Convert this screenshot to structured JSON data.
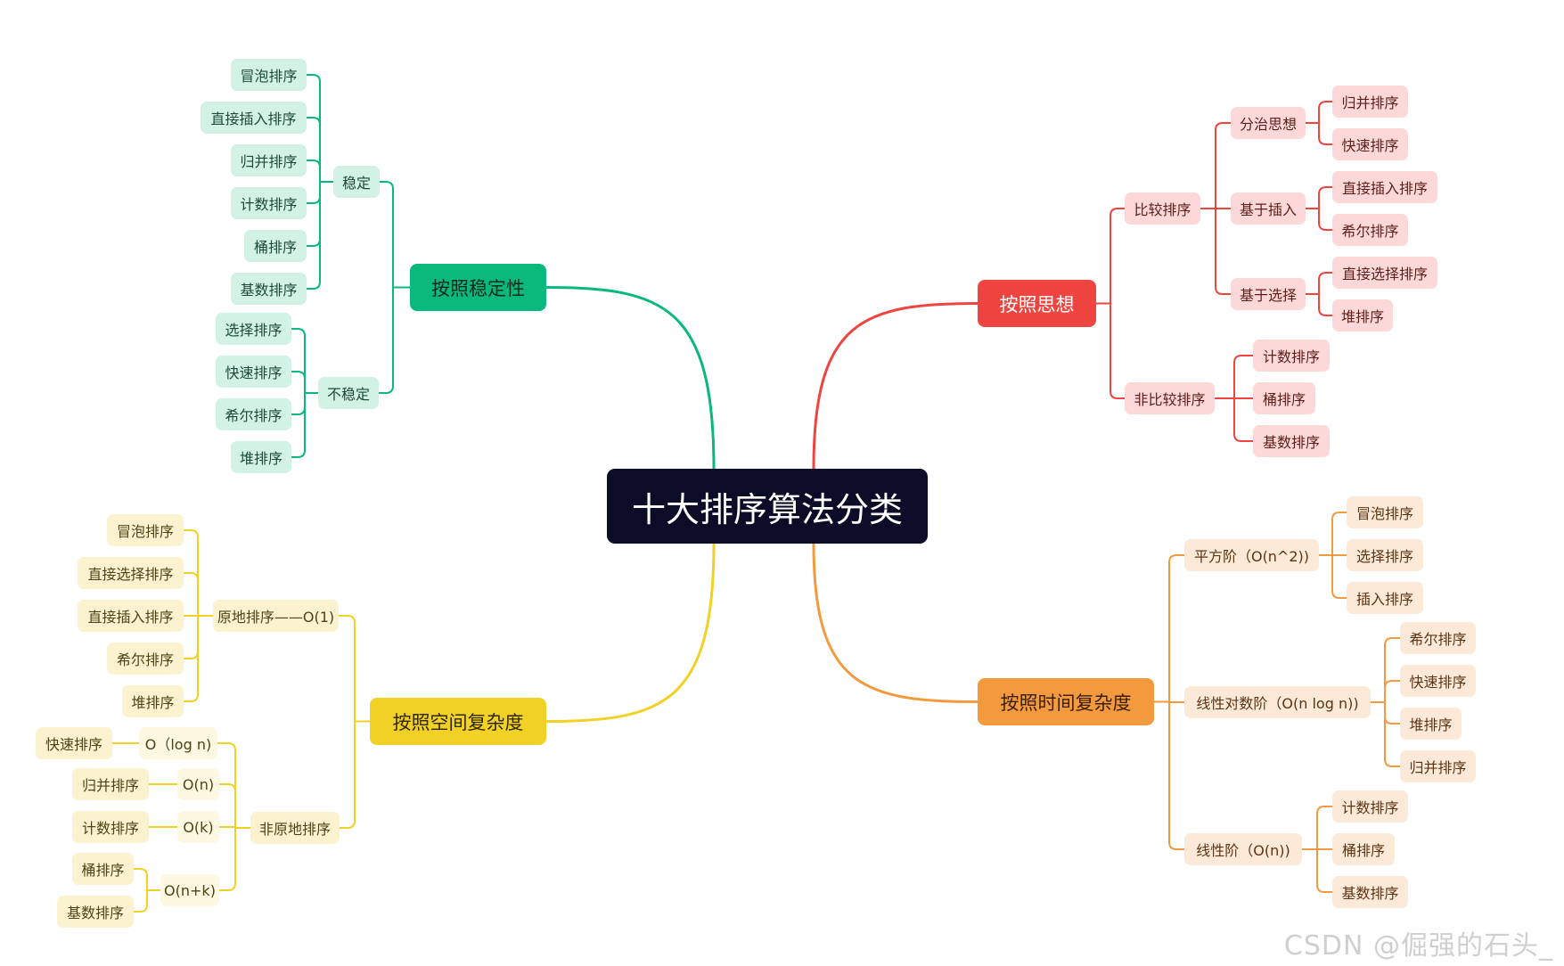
{
  "root": "十大排序算法分类",
  "stability": {
    "label": "按照稳定性",
    "stable": {
      "label": "稳定",
      "items": [
        "冒泡排序",
        "直接插入排序",
        "归并排序",
        "计数排序",
        "桶排序",
        "基数排序"
      ]
    },
    "unstable": {
      "label": "不稳定",
      "items": [
        "选择排序",
        "快速排序",
        "希尔排序",
        "堆排序"
      ]
    }
  },
  "idea": {
    "label": "按照思想",
    "compare": {
      "label": "比较排序",
      "divide": {
        "label": "分治思想",
        "items": [
          "归并排序",
          "快速排序"
        ]
      },
      "insert": {
        "label": "基于插入",
        "items": [
          "直接插入排序",
          "希尔排序"
        ]
      },
      "select": {
        "label": "基于选择",
        "items": [
          "直接选择排序",
          "堆排序"
        ]
      }
    },
    "noncompare": {
      "label": "非比较排序",
      "items": [
        "计数排序",
        "桶排序",
        "基数排序"
      ]
    }
  },
  "space": {
    "label": "按照空间复杂度",
    "inplace": {
      "label": "原地排序——O(1)",
      "items": [
        "冒泡排序",
        "直接选择排序",
        "直接插入排序",
        "希尔排序",
        "堆排序"
      ]
    },
    "notinplace": {
      "label": "非原地排序",
      "logn": {
        "label": "O（log n)",
        "items": [
          "快速排序"
        ]
      },
      "n": {
        "label": "O(n)",
        "items": [
          "归并排序"
        ]
      },
      "k": {
        "label": "O(k)",
        "items": [
          "计数排序"
        ]
      },
      "nk": {
        "label": "O(n+k)",
        "items": [
          "桶排序",
          "基数排序"
        ]
      }
    }
  },
  "time": {
    "label": "按照时间复杂度",
    "square": {
      "label": "平方阶（O(n^2))",
      "items": [
        "冒泡排序",
        "选择排序",
        "插入排序"
      ]
    },
    "nlogn": {
      "label": "线性对数阶（O(n log n))",
      "items": [
        "希尔排序",
        "快速排序",
        "堆排序",
        "归并排序"
      ]
    },
    "linear": {
      "label": "线性阶（O(n))",
      "items": [
        "计数排序",
        "桶排序",
        "基数排序"
      ]
    }
  },
  "watermark": "CSDN @倔强的石头_",
  "colors": {
    "green": "#09b87b",
    "red": "#ef4540",
    "yellow": "#f1d125",
    "orange": "#f39a3f",
    "root": "#0b0d28"
  }
}
